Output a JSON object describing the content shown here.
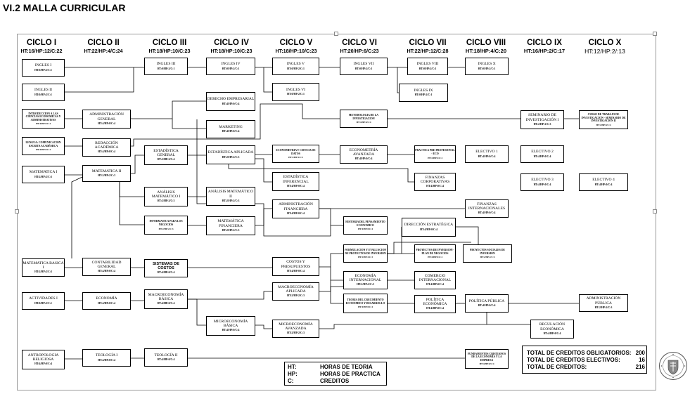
{
  "page": {
    "title": "VI.2 MALLA CURRICULAR"
  },
  "cycles": [
    {
      "name": "CICLO I",
      "sub": "HT:16/HP:12/C:22"
    },
    {
      "name": "CICLO II",
      "sub": "HT:22/HP:4/C:24"
    },
    {
      "name": "CICLO III",
      "sub": "HT:18/HP:10/C:23"
    },
    {
      "name": "CICLO IV",
      "sub": "HT:18/HP:10/C:23"
    },
    {
      "name": "CICLO V",
      "sub": "HT:18/HP:10/C:23"
    },
    {
      "name": "CICLO VI",
      "sub": "HT:20/HP:6/C:23"
    },
    {
      "name": "CICLO VII",
      "sub": "HT:22/HP:12/C:28"
    },
    {
      "name": "CICLO VIII",
      "sub": "HT:18/HP:4/C:20"
    },
    {
      "name": "CICLO IX",
      "sub": "HT:16/HP:2/C:17"
    },
    {
      "name": "CICLO X",
      "sub": "HT:12/HP:2/:13"
    }
  ],
  "courses": {
    "ingles1": {
      "name": "INGLES I",
      "hours": "HT:0/HP:2/C:1"
    },
    "ingles2": {
      "name": "INGLES II",
      "hours": "HT:0/HP:2/C:1"
    },
    "ingles3": {
      "name": "INGLES III",
      "hours": "HT:0/HP:2/C:1"
    },
    "ingles4": {
      "name": "INGLES IV",
      "hours": "HT:0/HP:2/C:1"
    },
    "ingles5": {
      "name": "INGLES V",
      "hours": "HT:0/HP:2/C:1"
    },
    "ingles6": {
      "name": "INGLES VI",
      "hours": "HT:0/HP:2/C:1"
    },
    "ingles7": {
      "name": "INGLES VII",
      "hours": "HT:0/HP:2/C:1"
    },
    "ingles8": {
      "name": "INGLES VIII",
      "hours": "HT:0/HP:2/C:1"
    },
    "ingles9": {
      "name": "INGLES IX",
      "hours": "HT:0/HP:2/C:1"
    },
    "ingles10": {
      "name": "INGLES X",
      "hours": "HT:0/HP:2/C:1"
    },
    "intro": {
      "name": "INTRODUCCION A LAS CIENCIAS ECONOMICAS Y ADMINISTRATIVAS",
      "hours": "HT:4/HP:0/C:4"
    },
    "lengua": {
      "name": "LENGUA: COMUNICACION ESCRITA ACADÉMICA",
      "hours": "HT:4/HP:0/C:4"
    },
    "mate1": {
      "name": "MATEMATICA I",
      "hours": "HT:2/HP:2/C:3"
    },
    "mateb1": {
      "name": "MATEMATICA BASICA I",
      "hours": "HT:2/HP:2/C:3"
    },
    "activ1": {
      "name": "ACTIVIDADES I",
      "hours": "HT:0/HP:2/C:1"
    },
    "antrop": {
      "name": "ANTROPOLOGIA RELIGIOSA",
      "hours": "HT:4/HP:0/C:4"
    },
    "admgen": {
      "name": "ADMINISTRACIÓN GENERAL",
      "hours": "HT:4/HP:0/C:4"
    },
    "redac": {
      "name": "REDACCIÓN ACADÉMICA",
      "hours": "HT:4/HP:0/C:4"
    },
    "mate2": {
      "name": "MATEMATICA II",
      "hours": "HT:2/HP:2/C:3"
    },
    "contab": {
      "name": "CONTABILIDAD GENERAL",
      "hours": "HT:4/HP:0/C:4"
    },
    "econ": {
      "name": "ECONOMÍA",
      "hours": "HT:4/HP:0/C:4"
    },
    "teol1": {
      "name": "TEOLOGÍA I",
      "hours": "HT:4/HP:0/C:4"
    },
    "estgen": {
      "name": "ESTADÍSTICA GENERAL",
      "hours": "HT:2/HP:2/C:4"
    },
    "anmat1": {
      "name": "ANÁLISIS MATEMÁTICO I",
      "hours": "HT:2/HP:2/C:3"
    },
    "infneg": {
      "name": "INFORMATICA PARA LOS NEGOCIOS",
      "hours": "HT:2/HP:2/C:3"
    },
    "sistcos": {
      "name": "SISTEMAS DE COSTOS",
      "hours": "HT:4/HP:0/C:4"
    },
    "macrob": {
      "name": "MACROECONOMÍA BÁSICA",
      "hours": "HT:4/HP:0/C:4"
    },
    "teol2": {
      "name": "TEOLOGÍA II",
      "hours": "HT:4/HP:0/C:4"
    },
    "derecho": {
      "name": "DERECHO EMPRESARIAL",
      "hours": "HT:4/HP:0/C:4"
    },
    "marketing": {
      "name": "MARKETING",
      "hours": "HT:4/HP:0/C:4"
    },
    "estap": {
      "name": "ESTADÍSTICA APLICADA",
      "hours": "HT:2/HP:2/C:3"
    },
    "anmat2": {
      "name": "ANÁLISIS MATEMÁTICO II",
      "hours": "HT:2/HP:2/C:3"
    },
    "matfin": {
      "name": "MATEMÁTICA FINANCIERA",
      "hours": "HT:2/HP:2/C:3"
    },
    "microb": {
      "name": "MICROECONOMÍA BÁSICA",
      "hours": "HT:4/HP:0/C:4"
    },
    "econom1": {
      "name": "ECONOMETRIA Y CIENCIA DE DATOS",
      "hours": "HT:2/HP:2/C:3"
    },
    "estinf": {
      "name": "ESTADÍSTICA INFERENCIAL",
      "hours": "HT:4/HP:0/C:4"
    },
    "admfin": {
      "name": "ADMINISTRACIÓN FINANCIERA",
      "hours": "HT:4/HP:0/C:4"
    },
    "costpre": {
      "name": "COSTOS Y PRESUPUESTOS",
      "hours": "HT:4/HP:0/C:4"
    },
    "macroap": {
      "name": "MACROECONOMÍA APLICADA",
      "hours": "HT:2/HP:2/C:3"
    },
    "microav": {
      "name": "MICROECONOMÍA AVANZADA",
      "hours": "HT:2/HP:2/C:3"
    },
    "metinv": {
      "name": "METODOLOGIA DE LA INVESTIGACION",
      "hours": "HT:4/HP:0/C:4"
    },
    "economav": {
      "name": "ECONOMETRÍA AVANZADA",
      "hours": "HT:4/HP:0/C:4"
    },
    "histpen": {
      "name": "HISTORIA DEL PENSAMIENTO ECONOMICO",
      "hours": "HT:4/HP:0/C:4"
    },
    "formproy": {
      "name": "FORMULACION Y EVALUACION DE PROYECTOS DE INVERSION",
      "hours": "HT:2/HP:2/C:3"
    },
    "ecint": {
      "name": "ECONOMÍA INTERNACIONAL",
      "hours": "HT:2/HP:2/C:3"
    },
    "teocrec": {
      "name": "TEORIA DEL CRECIMIENTO ECONOMICO Y DESARROLLO",
      "hours": "HT:4/HP:0/C:4"
    },
    "practica": {
      "name": "PRACTICA PRE PROFESIONAL - ECO",
      "hours": "HT:2/HP:4/C:4"
    },
    "finc": {
      "name": "FINANZAS CORPORATIVAS",
      "hours": "HT:4/HP:0/C:4"
    },
    "direst": {
      "name": "DIRECCIÓN ESTRATÉGICA",
      "hours": "HT:4/HP:0/C:4"
    },
    "proyinv": {
      "name": "PROYECTOS DE INVERSION - PLAN DE NEGOCIOS",
      "hours": "HT:4/HP:0/C:4"
    },
    "comint": {
      "name": "COMERCIO INTERNACIONAL",
      "hours": "HT:4/HP:0/C:4"
    },
    "poleco": {
      "name": "POLÍTICA ECONÓMICA",
      "hours": "HT:4/HP:0/C:4"
    },
    "elect1": {
      "name": "ELECTIVO 1",
      "hours": "HT:4/HP:0/C:4"
    },
    "finint": {
      "name": "FINANZAS INTERNACIONALES",
      "hours": "HT:4/HP:0/C:4"
    },
    "proysoc": {
      "name": "PROYECTOS SOCIALES DE INVERSION",
      "hours": "HT:2/HP:2/C:3"
    },
    "polpub": {
      "name": "POLÍTICA PÚBLICA",
      "hours": "HT:4/HP:0/C:4"
    },
    "fundcris": {
      "name": "FUNDAMENTOS CRISTIANOS DE LA ECONOMÍA Y LA EMPRESA",
      "hours": "HT:4/HP:0/C:4"
    },
    "seminv1": {
      "name": "SEMINARIO DE INVESTIGACIÓN I",
      "hours": "HT:2/HP:2/C:3"
    },
    "elect2": {
      "name": "ELECTIVO 2",
      "hours": "HT:4/HP:0/C:4"
    },
    "elect3": {
      "name": "ELECTIVO 3",
      "hours": "HT:4/HP:0/C:4"
    },
    "regeco": {
      "name": "REGULACIÓN ECONÓMICA",
      "hours": "HT:4/HP:0/C:4"
    },
    "cursotrab": {
      "name": "CURSO DE TRABAJO DE INVESTIGACION - SEMINARIO DE INVESTIGACIÓN II",
      "hours": "HT:4/HP:0/C:4"
    },
    "elect4": {
      "name": "ELECTIVO 4",
      "hours": "HT:4/HP:0/C:4"
    },
    "admpub": {
      "name": "ADMINISTRACIÓN PÚBLICA",
      "hours": "HT:2/HP:2/C:3"
    }
  },
  "legend": {
    "ht_key": "HT:",
    "ht_val": "HORAS DE TEORIA",
    "hp_key": "HP:",
    "hp_val": "HORAS DE PRACTICA",
    "c_key": "C:",
    "c_val": "CREDITOS"
  },
  "totals": {
    "oblig_label": "TOTAL DE CREDITOS OBLIGATORIOS:",
    "oblig_value": "200",
    "elect_label": "TOTAL DE CREDITOS ELECTIVOS:",
    "elect_value": "16",
    "total_label": "TOTAL DE CREDITOS:",
    "total_value": "216"
  },
  "colors": {
    "line": "#000000",
    "frame": "#999999",
    "seal": "#555555"
  }
}
